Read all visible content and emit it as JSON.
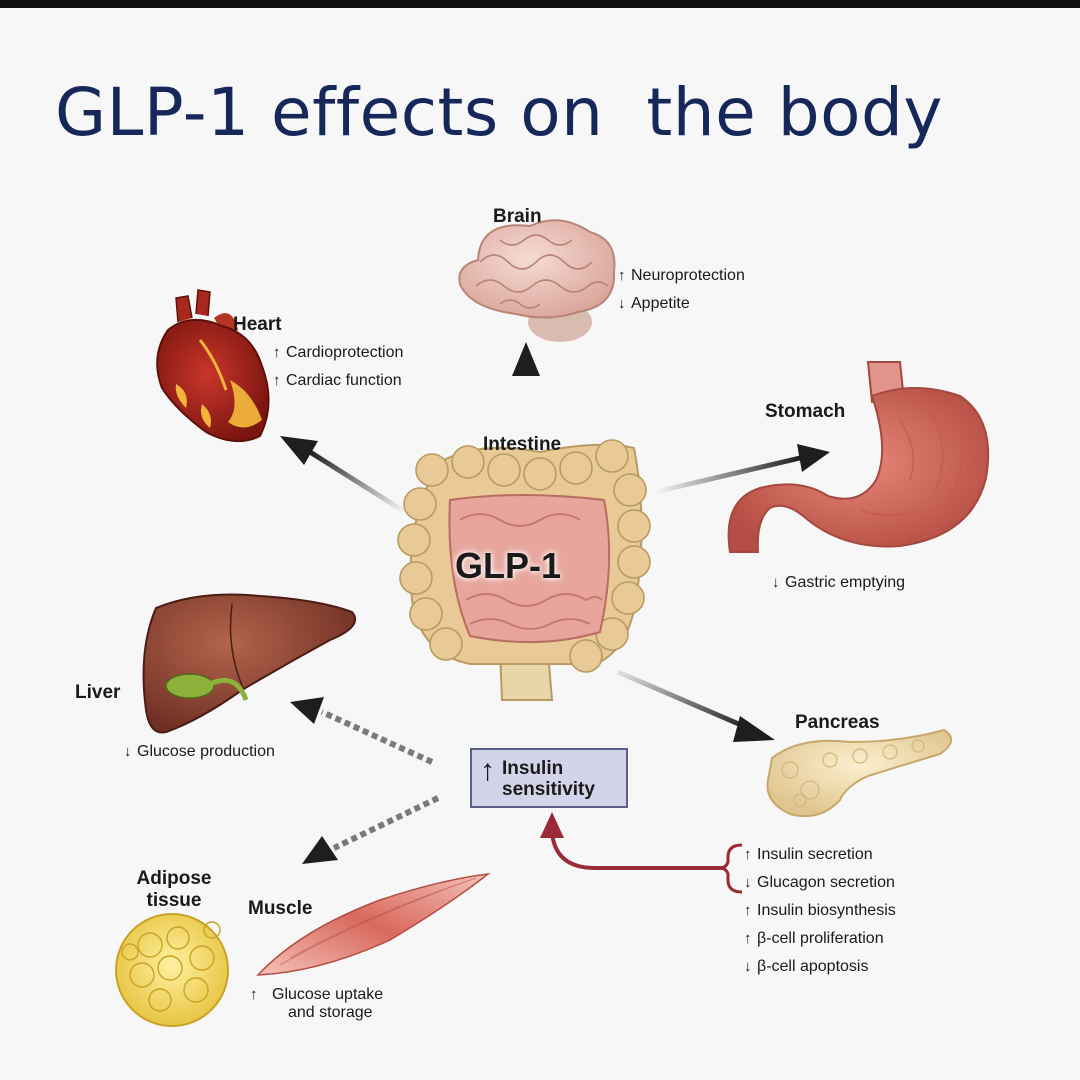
{
  "title": "GLP-1 effects on  the body",
  "center": {
    "label": "GLP-1",
    "intestine_label": "Intestine"
  },
  "organs": {
    "brain": {
      "name": "Brain",
      "effects": [
        {
          "dir": "↑",
          "text": "Neuroprotection"
        },
        {
          "dir": "↓",
          "text": "Appetite"
        }
      ]
    },
    "heart": {
      "name": "Heart",
      "effects": [
        {
          "dir": "↑",
          "text": "Cardioprotection"
        },
        {
          "dir": "↑",
          "text": "Cardiac function"
        }
      ]
    },
    "stomach": {
      "name": "Stomach",
      "effects": [
        {
          "dir": "↓",
          "text": "Gastric emptying"
        }
      ]
    },
    "liver": {
      "name": "Liver",
      "effects": [
        {
          "dir": "↓",
          "text": "Glucose production"
        }
      ]
    },
    "pancreas": {
      "name": "Pancreas",
      "effects": [
        {
          "dir": "↑",
          "text": "Insulin secretion"
        },
        {
          "dir": "↓",
          "text": "Glucagon secretion"
        },
        {
          "dir": "↑",
          "text": "Insulin biosynthesis"
        },
        {
          "dir": "↑",
          "text": "β-cell proliferation"
        },
        {
          "dir": "↓",
          "text": "β-cell apoptosis"
        }
      ]
    },
    "adipose": {
      "name_line1": "Adipose",
      "name_line2": "tissue"
    },
    "muscle": {
      "name": "Muscle",
      "effect_dir": "↑",
      "effect_line1": "Glucose uptake",
      "effect_line2": "and storage"
    }
  },
  "insulin_box": {
    "dir": "↑",
    "line1": "Insulin",
    "line2": "sensitivity"
  },
  "colors": {
    "title": "#16285a",
    "box_fill": "#d3d4ea",
    "feedback_arrow": "#9a2a35",
    "arrow": "#1e1e1e"
  }
}
